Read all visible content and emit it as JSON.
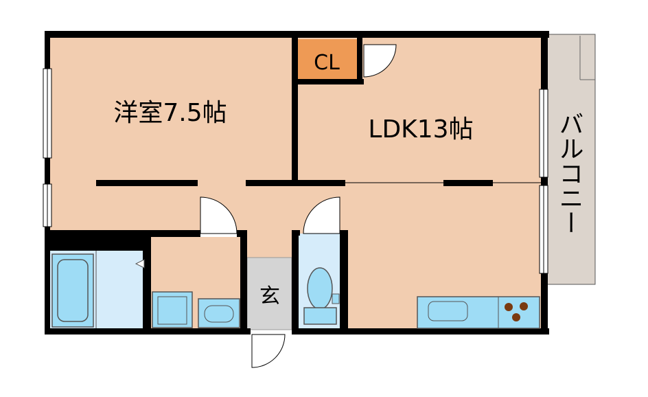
{
  "rooms": {
    "western_room": "洋室7.5帖",
    "ldk": "LDK13帖",
    "closet": "CL",
    "entrance": "玄",
    "balcony": "バルコニー"
  },
  "colors": {
    "room_fill": "#f2cdb0",
    "closet_fill": "#ee9a55",
    "wet_fill": "#d6ecfa",
    "fixture_fill": "#9edcf5",
    "entrance_fill": "#d4d4d4",
    "balcony_fill": "#dcd4cc",
    "wall": "#000000",
    "stove": "#7a3a10"
  }
}
